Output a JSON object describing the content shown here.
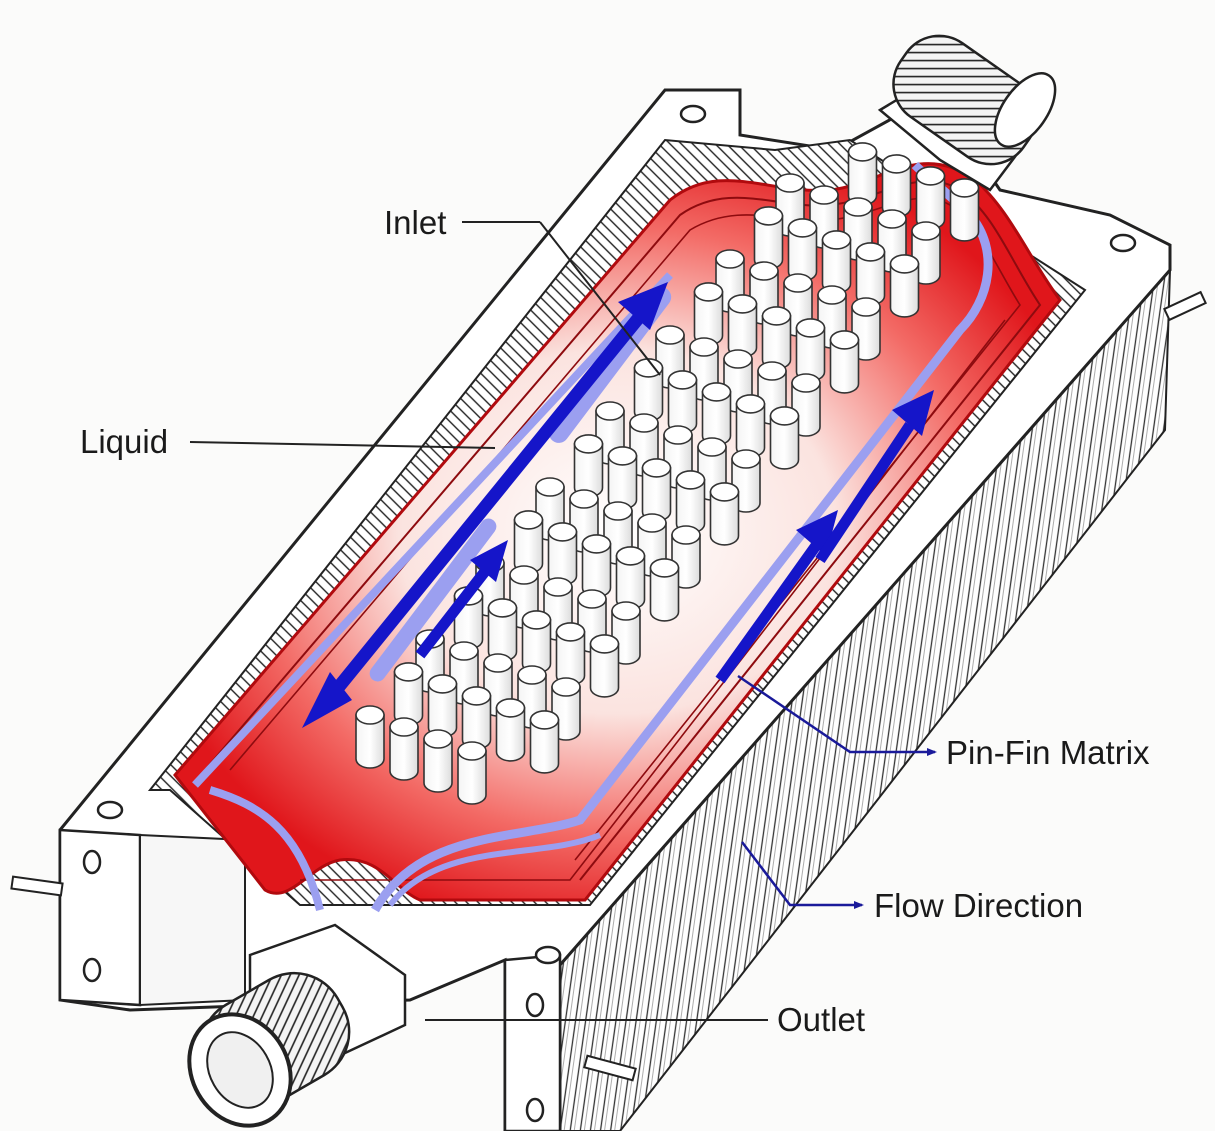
{
  "labels": {
    "inlet": "Inlet",
    "liquid": "Liquid",
    "pin_fin_matrix": "Pin-Fin Matrix",
    "flow_direction": "Flow Direction",
    "outlet": "Outlet"
  },
  "colors": {
    "hot": "#e0161b",
    "warm": "#f25a58",
    "cool_white": "#fdf1ee",
    "flow_blue": "#1515c9",
    "flow_lavender": "#9b9ff0",
    "outline": "#222222",
    "metal": "#ffffff",
    "annotation_arrow": "#1a1a9a"
  }
}
